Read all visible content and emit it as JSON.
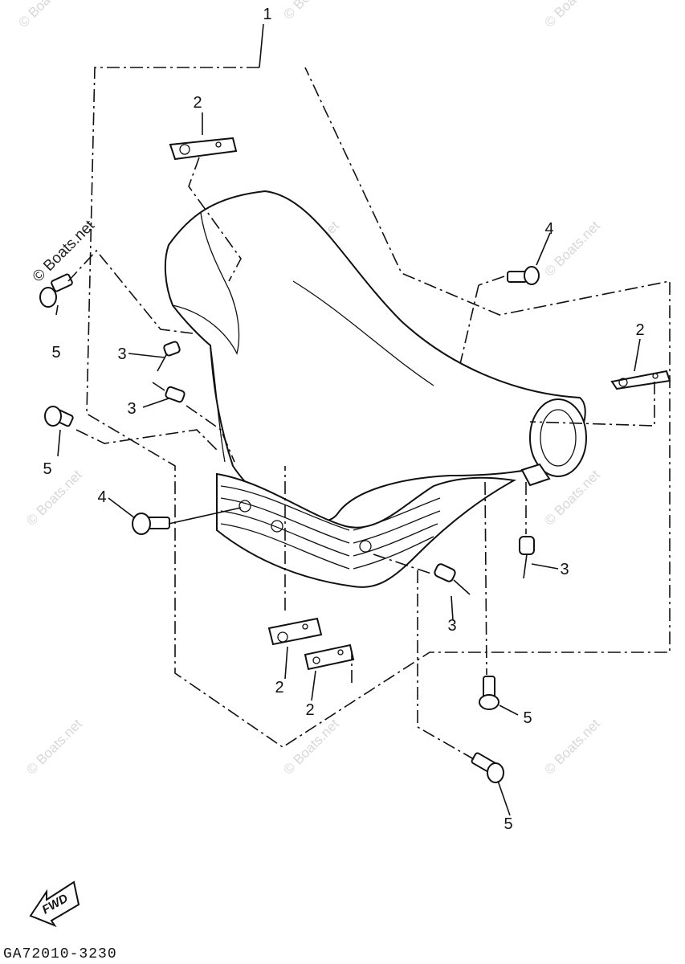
{
  "watermark": {
    "main": "© Boats.net",
    "repeat": "© Boats.net"
  },
  "callouts": {
    "c1": "1",
    "c2a": "2",
    "c2b": "2",
    "c2c": "2",
    "c2d": "2",
    "c3a": "3",
    "c3b": "3",
    "c3c": "3",
    "c3d": "3",
    "c4a": "4",
    "c4b": "4",
    "c5a": "5",
    "c5b": "5",
    "c5c": "5",
    "c5d": "5"
  },
  "fwd_label": "FWD",
  "diagram_code": "GA72010-3230",
  "icons": {
    "fwd": "fwd-arrow-icon"
  }
}
